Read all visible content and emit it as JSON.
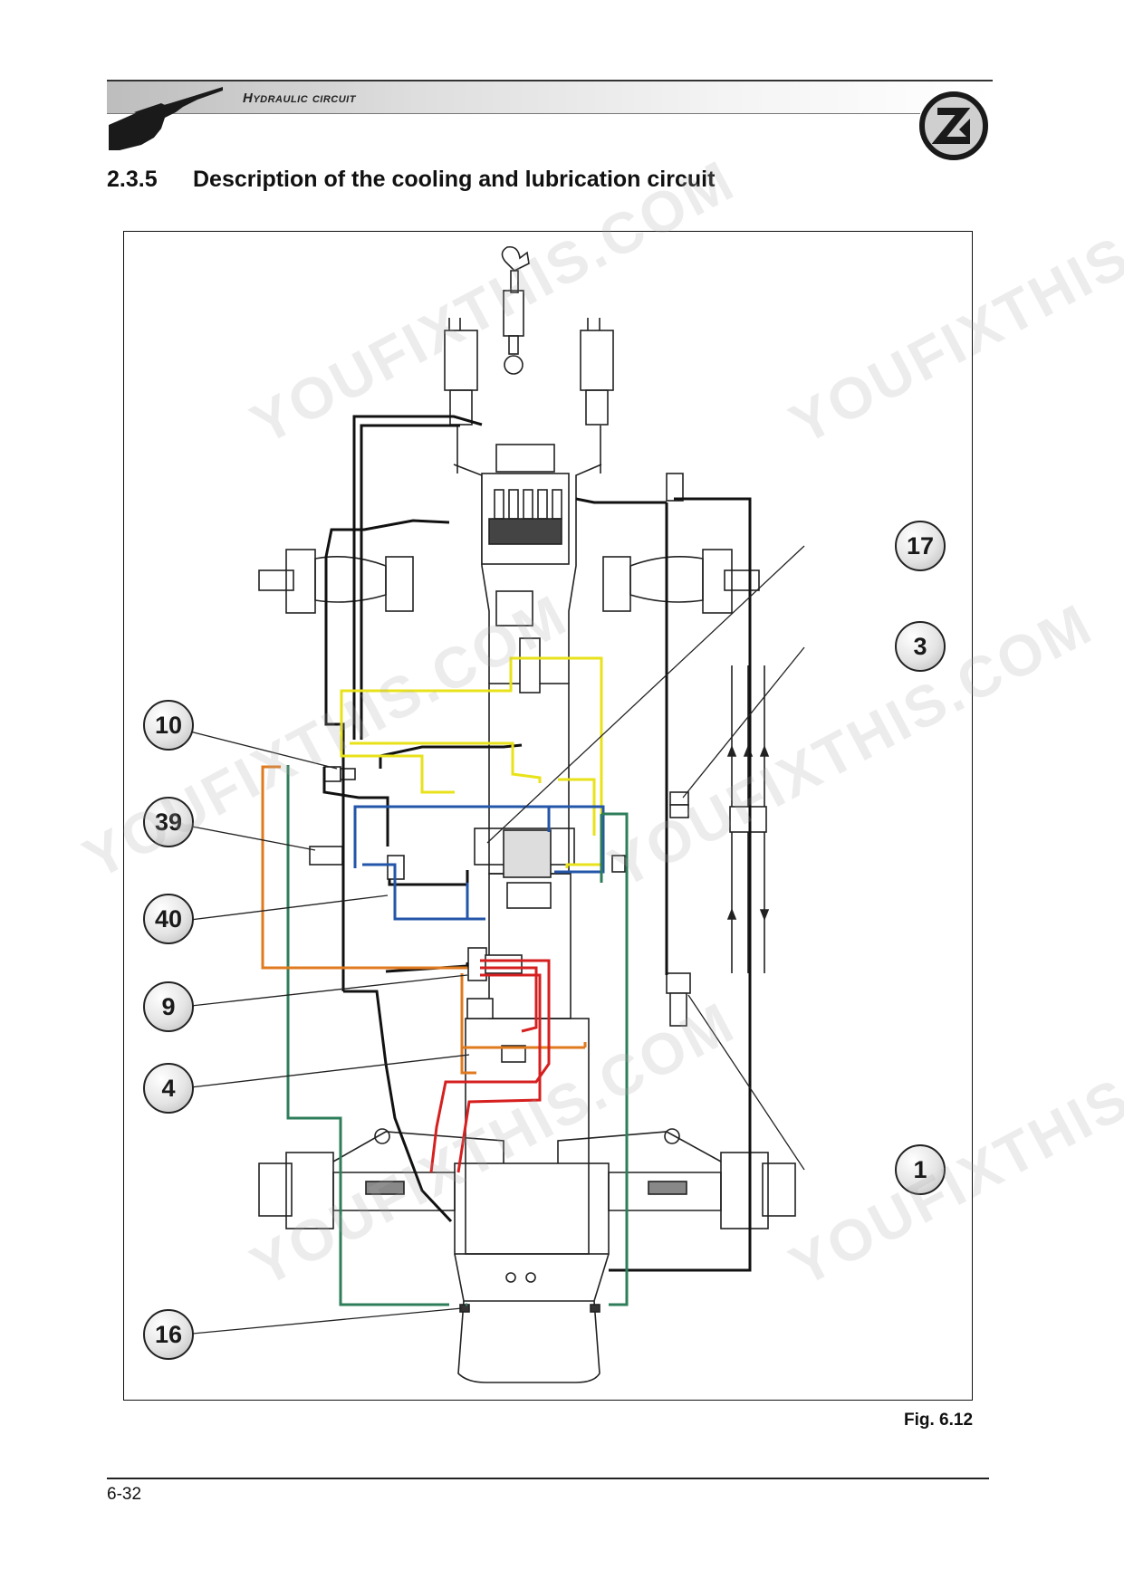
{
  "header": {
    "section_label": "Hydraulic circuit"
  },
  "section": {
    "number": "2.3.5",
    "title": "Description of the cooling and lubrication circuit"
  },
  "figure": {
    "caption": "Fig. 6.12",
    "callouts": [
      "17",
      "3",
      "10",
      "39",
      "40",
      "9",
      "4",
      "1",
      "16"
    ],
    "line_colors": {
      "pressure": "#111111",
      "cooling_supply": "#e8e21a",
      "lubrication": "#2356a8",
      "suction": "#2e7d5a",
      "return_orange": "#e07a1f",
      "return_red": "#d62020"
    }
  },
  "footer": {
    "page_number": "6-32"
  },
  "watermark": {
    "text": "YOUFIXTHIS.COM"
  }
}
